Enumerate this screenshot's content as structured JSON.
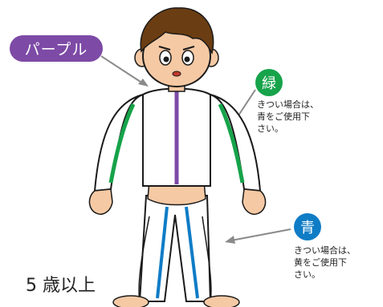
{
  "labels": {
    "purple": "パープル",
    "green": "緑",
    "blue": "青",
    "green_note": "きつい場合は、\n青をご使用下\nさい。",
    "blue_note": "きつい場合は、\n黄をご使用下\nさい。",
    "age": "5 歳以上"
  },
  "colors": {
    "purple": "#7d4aa6",
    "green": "#16a34a",
    "blue": "#0f7cc6",
    "hair": "#6b3d12",
    "skin": "#f5c9a4",
    "arrow": "#8a8a8a"
  }
}
